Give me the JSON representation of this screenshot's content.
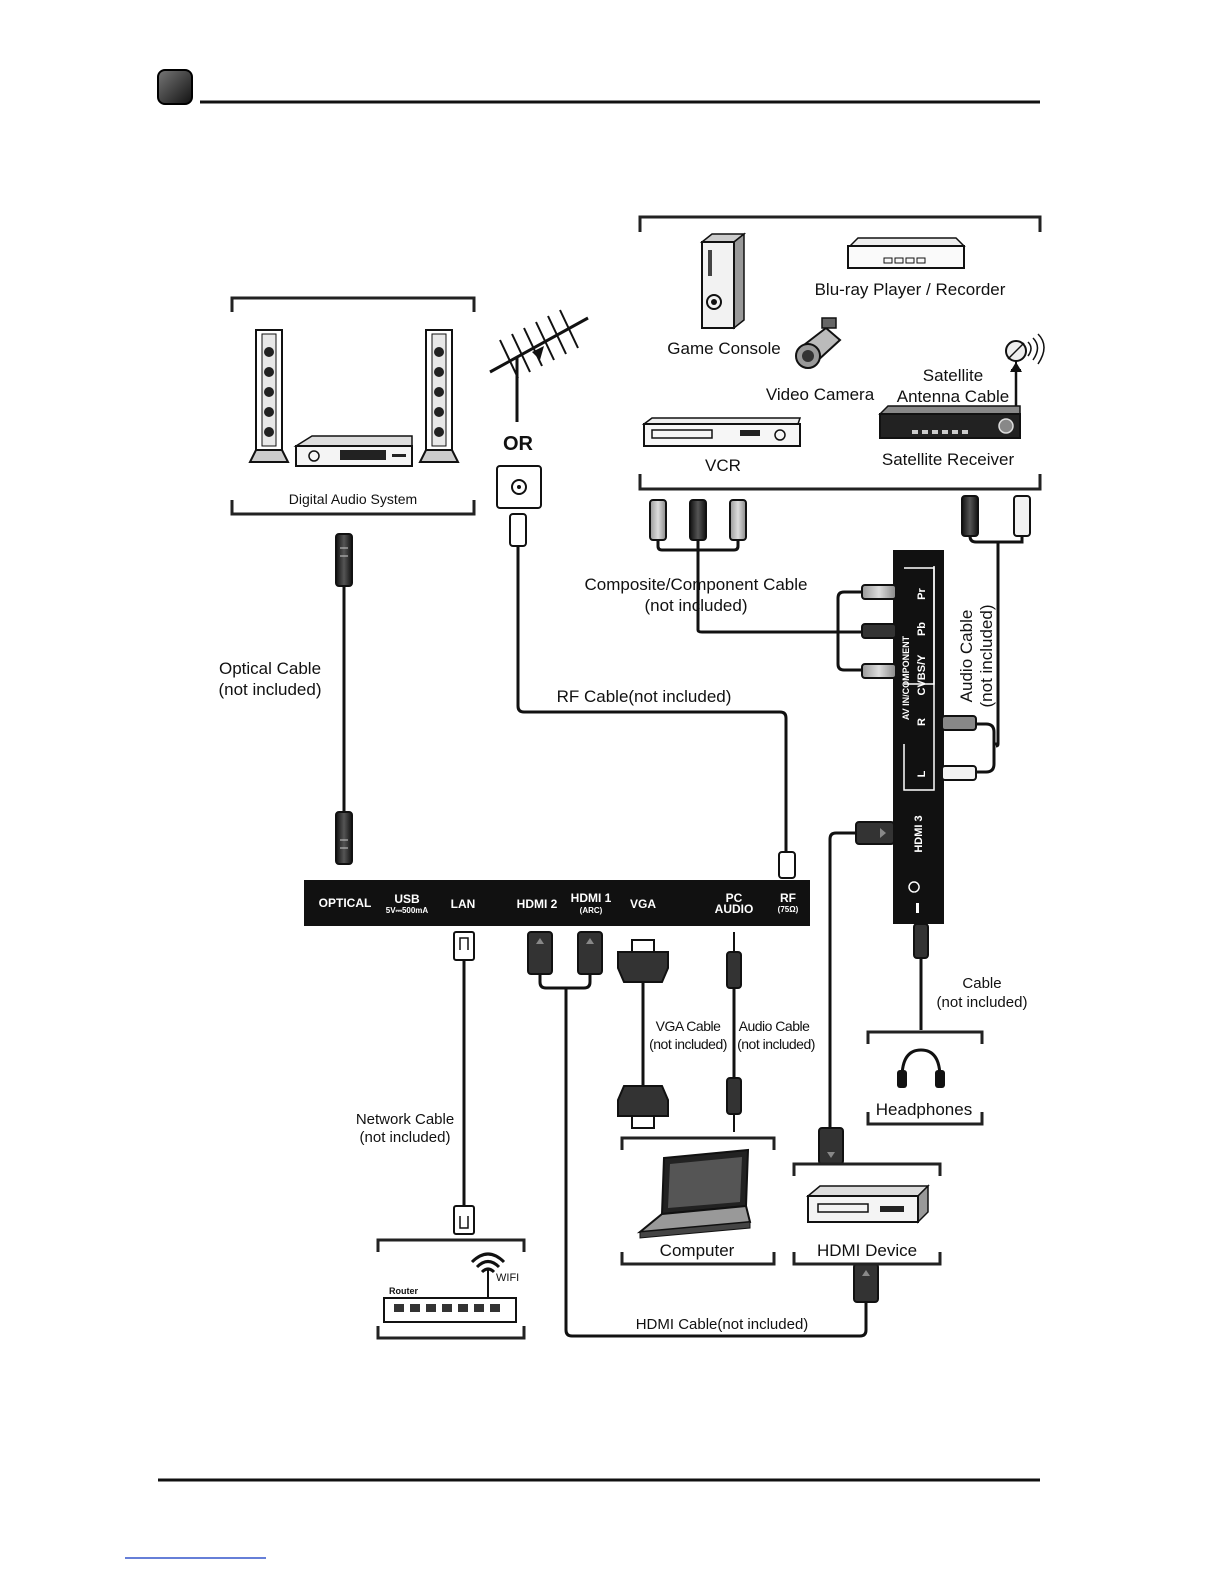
{
  "devices": {
    "digital_audio": "Digital Audio System",
    "game_console": "Game Console",
    "bluray": "Blu-ray Player / Recorder",
    "video_camera": "Video Camera",
    "satellite_cable_1": "Satellite",
    "satellite_cable_2": "Antenna Cable",
    "vcr": "VCR",
    "satellite_receiver": "Satellite Receiver",
    "or": "OR",
    "router": "Router",
    "wifi": "WIFI",
    "computer": "Computer",
    "hdmi_device": "HDMI Device",
    "headphones": "Headphones"
  },
  "cables": {
    "optical_1": "Optical Cable",
    "optical_2": "(not included)",
    "rf": "RF Cable(not included)",
    "composite_1": "Composite/Component Cable",
    "composite_2": "(not included)",
    "audio_side_1": "Audio Cable",
    "audio_side_2": "(not included)",
    "network_1": "Network Cable",
    "network_2": "(not included)",
    "vga_1": "VGA Cable",
    "vga_2": "(not included)",
    "pc_audio_1": "Audio Cable",
    "pc_audio_2": "(not included)",
    "headphone_1": "Cable",
    "headphone_2": "(not included)",
    "hdmi": "HDMI Cable(not included)"
  },
  "ports_bottom": {
    "optical": "OPTICAL",
    "usb": "USB",
    "usb_spec": "5V⎓500mA",
    "lan": "LAN",
    "hdmi2": "HDMI 2",
    "hdmi1": "HDMI 1",
    "hdmi1_sub": "(ARC)",
    "vga": "VGA",
    "pc": "PC",
    "audio": "AUDIO",
    "rf": "RF",
    "rf_sub": "(75Ω)"
  },
  "ports_side": {
    "pr": "Pr",
    "pb": "Pb",
    "cvbs": "CVBS/Y",
    "av_component": "AV IN/COMPONENT",
    "r": "R",
    "l": "L",
    "hdmi3": "HDMI 3"
  }
}
